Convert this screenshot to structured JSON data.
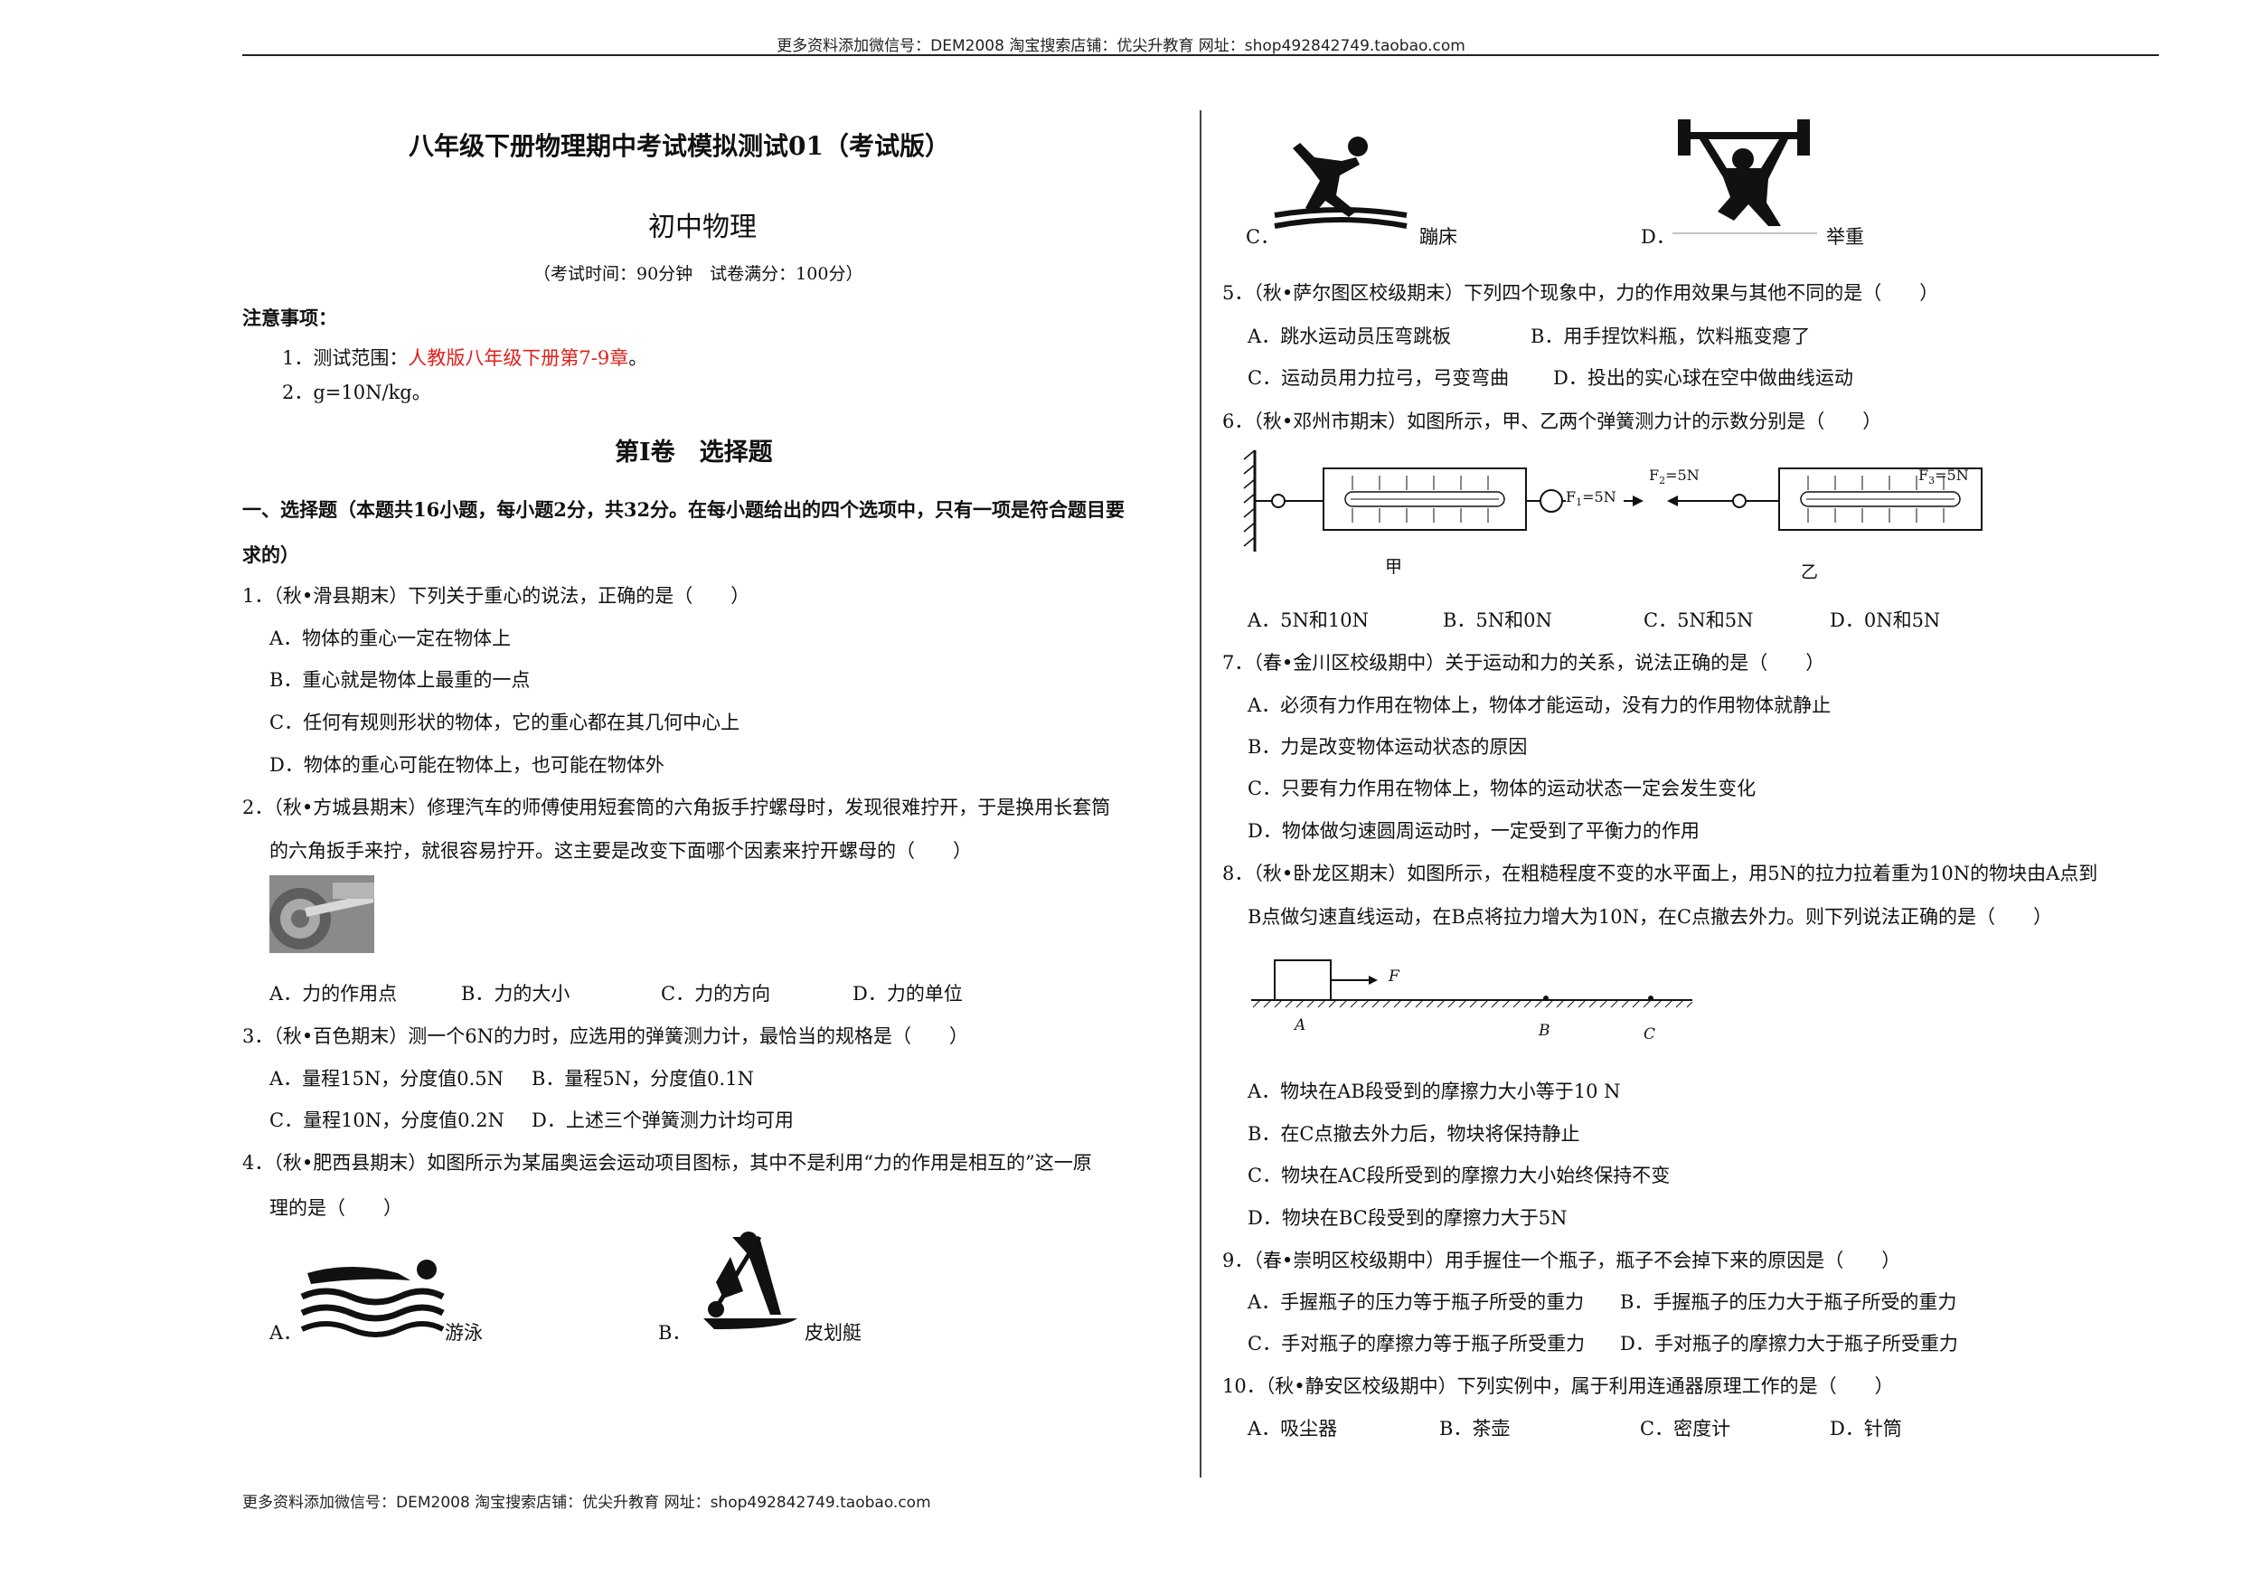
{
  "header": {
    "text": "更多资料添加微信号：DEM2008 淘宝搜索店铺：优尖升教育 网址：shop492842749.taobao.com"
  },
  "footer": {
    "text": "更多资料添加微信号：DEM2008 淘宝搜索店铺：优尖升教育 网址：shop492842749.taobao.com"
  },
  "doc": {
    "title": "八年级下册物理期中考试模拟测试01（考试版）",
    "subtitle": "初中物理",
    "exam_info": "（考试时间：90分钟　试卷满分：100分）",
    "notes_heading": "注意事项：",
    "note1_prefix": "1．测试范围：",
    "note1_red": "人教版八年级下册第7-9章",
    "note1_suffix": "。",
    "note2": "2．g=10N/kg。",
    "section_title": "第Ⅰ卷　选择题",
    "section_instr_1": "一、选择题（本题共16小题，每小题2分，共32分。在每小题给出的四个选项中，只有一项是符合题目要",
    "section_instr_2": "求的）"
  },
  "questions": {
    "q1": {
      "stem": "1．（秋•滑县期末）下列关于重心的说法，正确的是（　　）",
      "A": "A．物体的重心一定在物体上",
      "B": "B．重心就是物体上最重的一点",
      "C": "C．任何有规则形状的物体，它的重心都在其几何中心上",
      "D": "D．物体的重心可能在物体上，也可能在物体外"
    },
    "q2": {
      "stem1": "2．（秋•方城县期末）修理汽车的师傅使用短套筒的六角扳手拧螺母时，发现很难拧开，于是换用长套筒",
      "stem2": "的六角扳手来拧，就很容易拧开。这主要是改变下面哪个因素来拧开螺母的（　　）",
      "A": "A．力的作用点",
      "B": "B．力的大小",
      "C": "C．力的方向",
      "D": "D．力的单位"
    },
    "q3": {
      "stem": "3．（秋•百色期末）测一个6N的力时，应选用的弹簧测力计，最恰当的规格是（　　）",
      "A": "A．量程15N，分度值0.5N",
      "B": "B．量程5N，分度值0.1N",
      "C": "C．量程10N，分度值0.2N",
      "D": "D．上述三个弹簧测力计均可用"
    },
    "q4": {
      "stem1": "4．（秋•肥西县期末）如图所示为某届奥运会运动项目图标，其中不是利用“力的作用是相互的”这一原",
      "stem2": "理的是（　　）",
      "A_letter": "A．",
      "A_label": "游泳",
      "B_letter": "B．",
      "B_label": "皮划艇",
      "C_letter": "C．",
      "C_label": "蹦床",
      "D_letter": "D．",
      "D_label": "举重"
    },
    "q5": {
      "stem": "5．（秋•萨尔图区校级期末）下列四个现象中，力的作用效果与其他不同的是（　　）",
      "A": "A．跳水运动员压弯跳板",
      "B": "B．用手捏饮料瓶，饮料瓶变瘪了",
      "C": "C．运动员用力拉弓，弓变弯曲",
      "D": "D．投出的实心球在空中做曲线运动"
    },
    "q6": {
      "stem": "6．（秋•邓州市期末）如图所示，甲、乙两个弹簧测力计的示数分别是（　　）",
      "fig_jia": "甲",
      "fig_yi": "乙",
      "f1": "F",
      "f1_sub": "1",
      "f1_val": "=5N",
      "f2": "F",
      "f2_sub": "2",
      "f2_val": "=5N",
      "f3": "F",
      "f3_sub": "3",
      "f3_val": "=5N",
      "A": "A．5N和10N",
      "B": "B．5N和0N",
      "C": "C．5N和5N",
      "D": "D．0N和5N"
    },
    "q7": {
      "stem": "7．（春•金川区校级期中）关于运动和力的关系，说法正确的是（　　）",
      "A": "A．必须有力作用在物体上，物体才能运动，没有力的作用物体就静止",
      "B": "B．力是改变物体运动状态的原因",
      "C": "C．只要有力作用在物体上，物体的运动状态一定会发生变化",
      "D": "D．物体做匀速圆周运动时，一定受到了平衡力的作用"
    },
    "q8": {
      "stem1": "8．（秋•卧龙区期末）如图所示，在粗糙程度不变的水平面上，用5N的拉力拉着重为10N的物块由A点到",
      "stem2": "B点做匀速直线运动，在B点将拉力增大为10N，在C点撤去外力。则下列说法正确的是（　　）",
      "fig_F": "F",
      "fig_A": "A",
      "fig_B": "B",
      "fig_C": "C",
      "A": "A．物块在AB段受到的摩擦力大小等于10 N",
      "B": "B．在C点撤去外力后，物块将保持静止",
      "C": "C．物块在AC段所受到的摩擦力大小始终保持不变",
      "D": "D．物块在BC段受到的摩擦力大于5N"
    },
    "q9": {
      "stem": "9．（春•崇明区校级期中）用手握住一个瓶子，瓶子不会掉下来的原因是（　　）",
      "A": "A．手握瓶子的压力等于瓶子所受的重力",
      "B": "B．手握瓶子的压力大于瓶子所受的重力",
      "C": "C．手对瓶子的摩擦力等于瓶子所受重力",
      "D": "D．手对瓶子的摩擦力大于瓶子所受重力"
    },
    "q10": {
      "stem": "10．（秋•静安区校级期中）下列实例中，属于利用连通器原理工作的是（　　）",
      "A": "A．吸尘器",
      "B": "B．茶壶",
      "C": "C．密度计",
      "D": "D．针筒"
    }
  },
  "colors": {
    "red_text": "#e0201a",
    "text": "#111111",
    "rule": "#222222"
  },
  "icons": {
    "wrench_photo": "wrench-photo",
    "swimming": "swimming-icon",
    "canoe": "canoe-icon",
    "trampoline": "trampoline-icon",
    "weightlifting": "weightlifting-icon"
  }
}
